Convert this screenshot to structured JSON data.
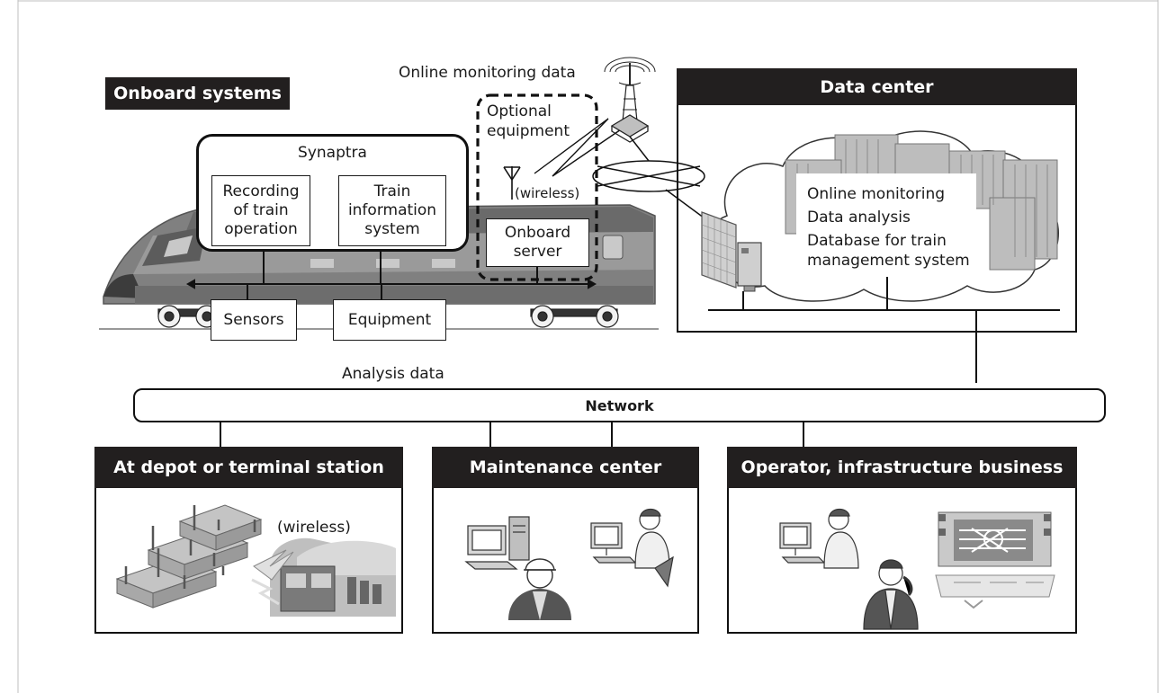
{
  "onboard": {
    "title": "Onboard systems",
    "synaptra": "Synaptra",
    "recording": "Recording\nof train\noperation",
    "train_info": "Train\ninformation\nsystem",
    "sensors": "Sensors",
    "equipment": "Equipment",
    "optional_equipment": "Optional\nequipment",
    "wireless": "(wireless)",
    "onboard_server": "Onboard\nserver"
  },
  "online_monitoring_data": "Online monitoring data",
  "data_center": {
    "title": "Data center",
    "items": [
      "Online monitoring",
      "Data analysis",
      "Database for train\nmanagement system"
    ]
  },
  "analysis_data": "Analysis data",
  "network": "Network",
  "depot": {
    "title": "At depot or terminal station",
    "wireless": "(wireless)"
  },
  "maintenance": {
    "title": "Maintenance center"
  },
  "operator": {
    "title": "Operator, infrastructure business"
  }
}
